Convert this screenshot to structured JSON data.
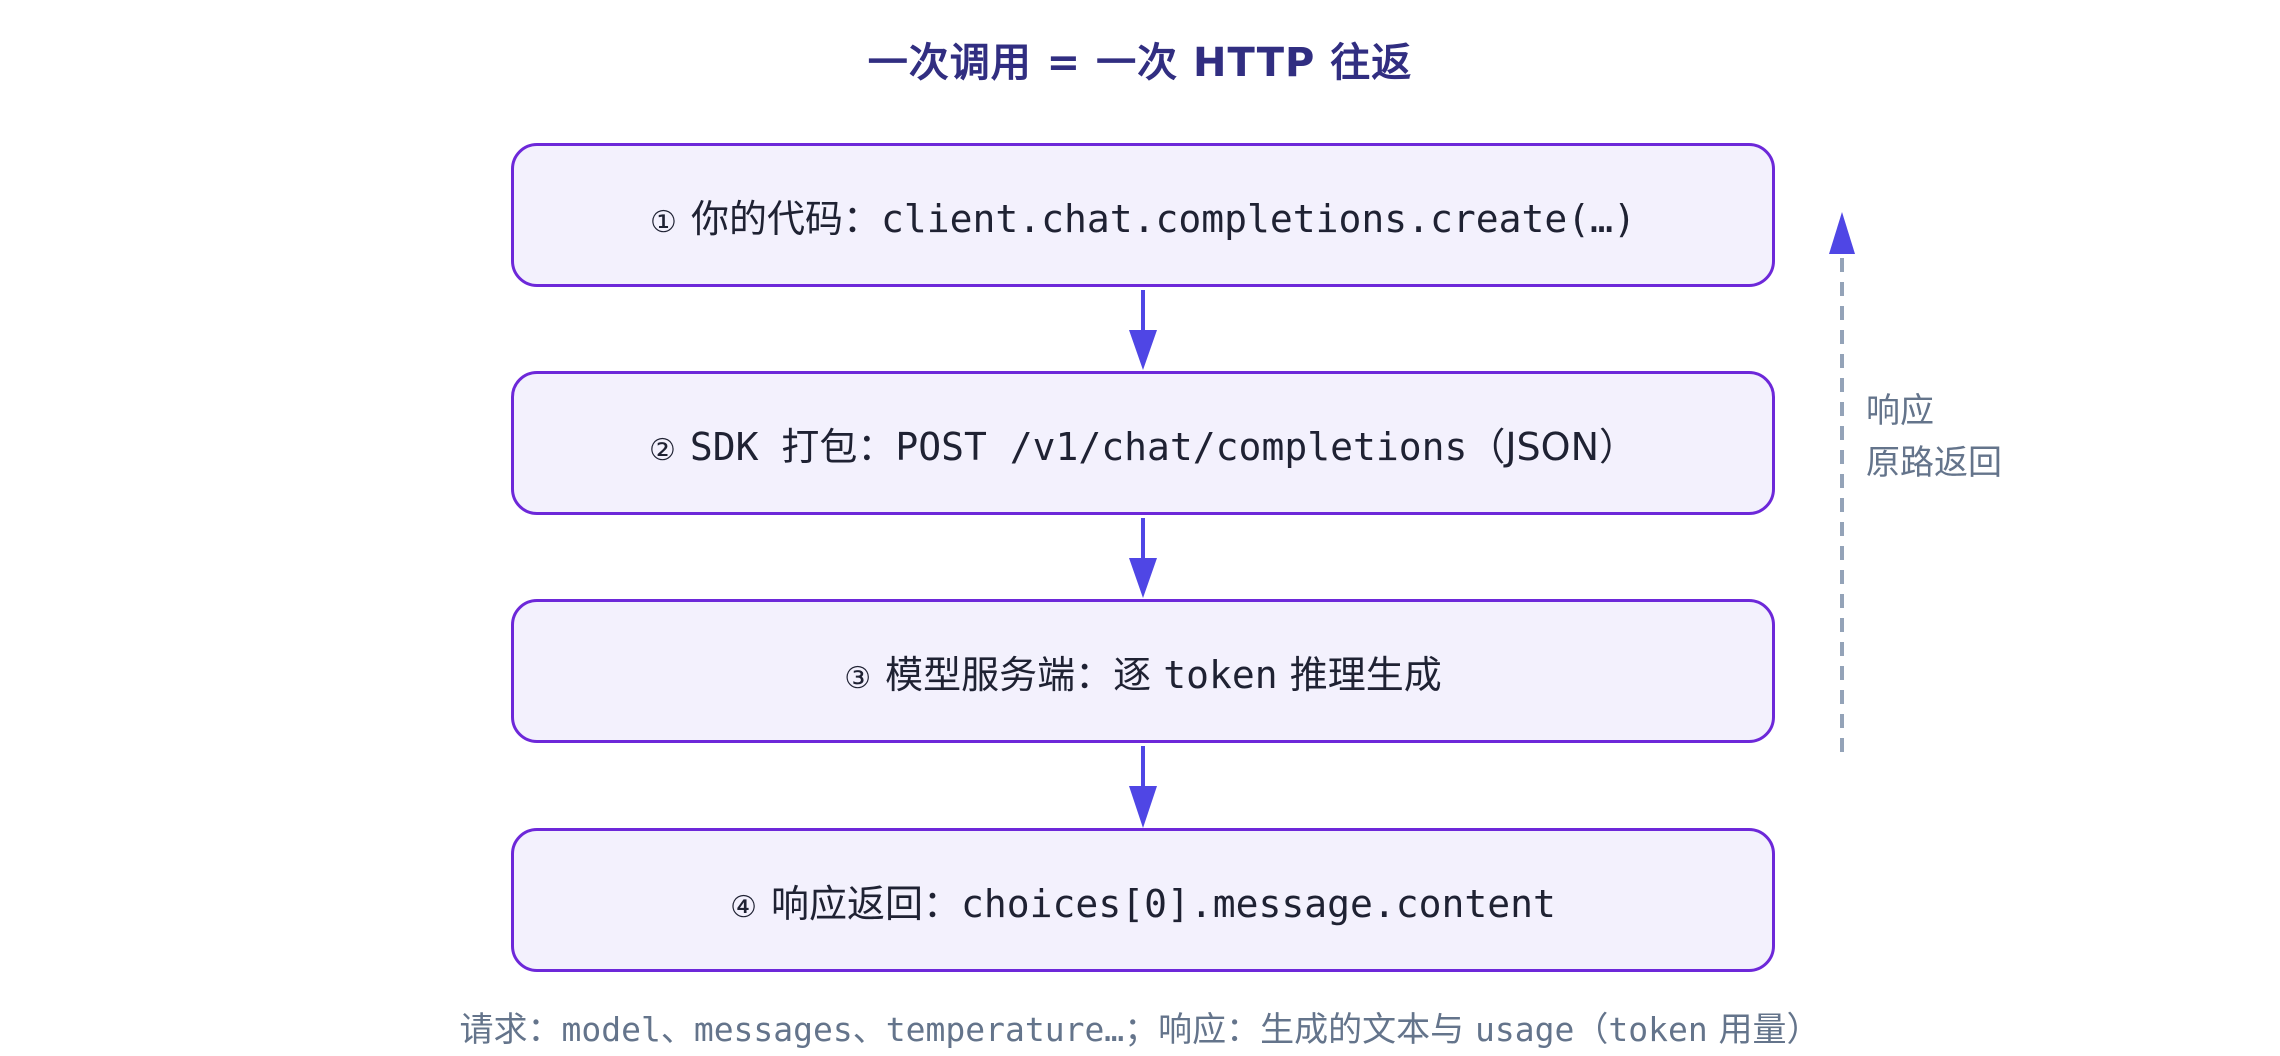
{
  "title": "一次调用 = 一次 HTTP 往返",
  "steps": [
    {
      "num": "①",
      "label": "你的代码：",
      "code": "client.chat.completions.create(…)",
      "tail": ""
    },
    {
      "num": "②",
      "label": "SDK 打包：",
      "code": "POST /v1/chat/completions",
      "tail": "（JSON）"
    },
    {
      "num": "③",
      "label": "模型服务端：逐 ",
      "code": "token",
      "tail": " 推理生成"
    },
    {
      "num": "④",
      "label": "响应返回：",
      "code": "choices[0].message.content",
      "tail": ""
    }
  ],
  "return_path": {
    "line1": "响应",
    "line2": "原路返回"
  },
  "footer": {
    "p1": "请求：",
    "c1": "model、messages、temperature…",
    "p2": "；响应：生成的文本与 ",
    "c2": "usage",
    "p3": "（",
    "c3": "token",
    "p4": " 用量）"
  },
  "colors": {
    "title": "#312e81",
    "box_border": "#6d28d9",
    "box_fill": "#f3f1fd",
    "arrow": "#4f46e5",
    "return_arrow": "#94a3b8",
    "muted_text": "#64748b"
  }
}
